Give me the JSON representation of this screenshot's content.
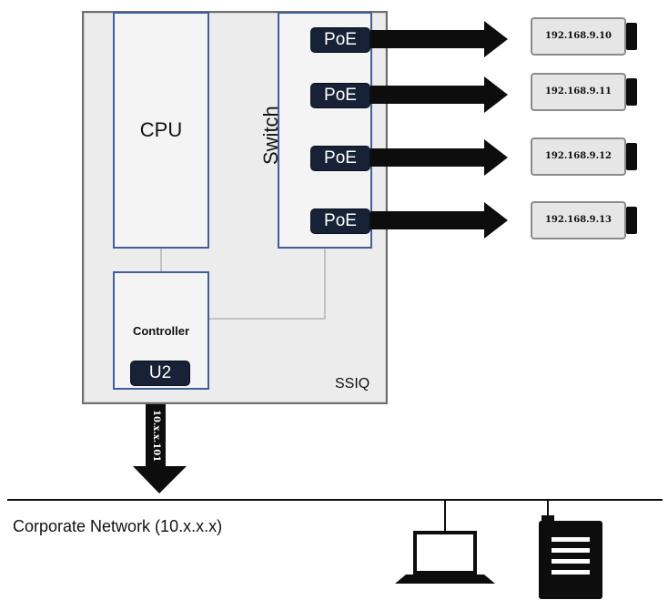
{
  "device": {
    "name": "SSIQ",
    "cpu_label": "CPU",
    "switch_label": "Switch",
    "controller_label": "Controller",
    "u2_label": "U2",
    "uplink_ip": "10.x.x.101"
  },
  "poe_ports": [
    {
      "label": "PoE",
      "device_ip": "192.168.9.10"
    },
    {
      "label": "PoE",
      "device_ip": "192.168.9.11"
    },
    {
      "label": "PoE",
      "device_ip": "192.168.9.12"
    },
    {
      "label": "PoE",
      "device_ip": "192.168.9.13"
    }
  ],
  "network": {
    "label": "Corporate Network (10.x.x.x)",
    "endpoints": [
      "laptop-icon",
      "server-icon"
    ]
  }
}
